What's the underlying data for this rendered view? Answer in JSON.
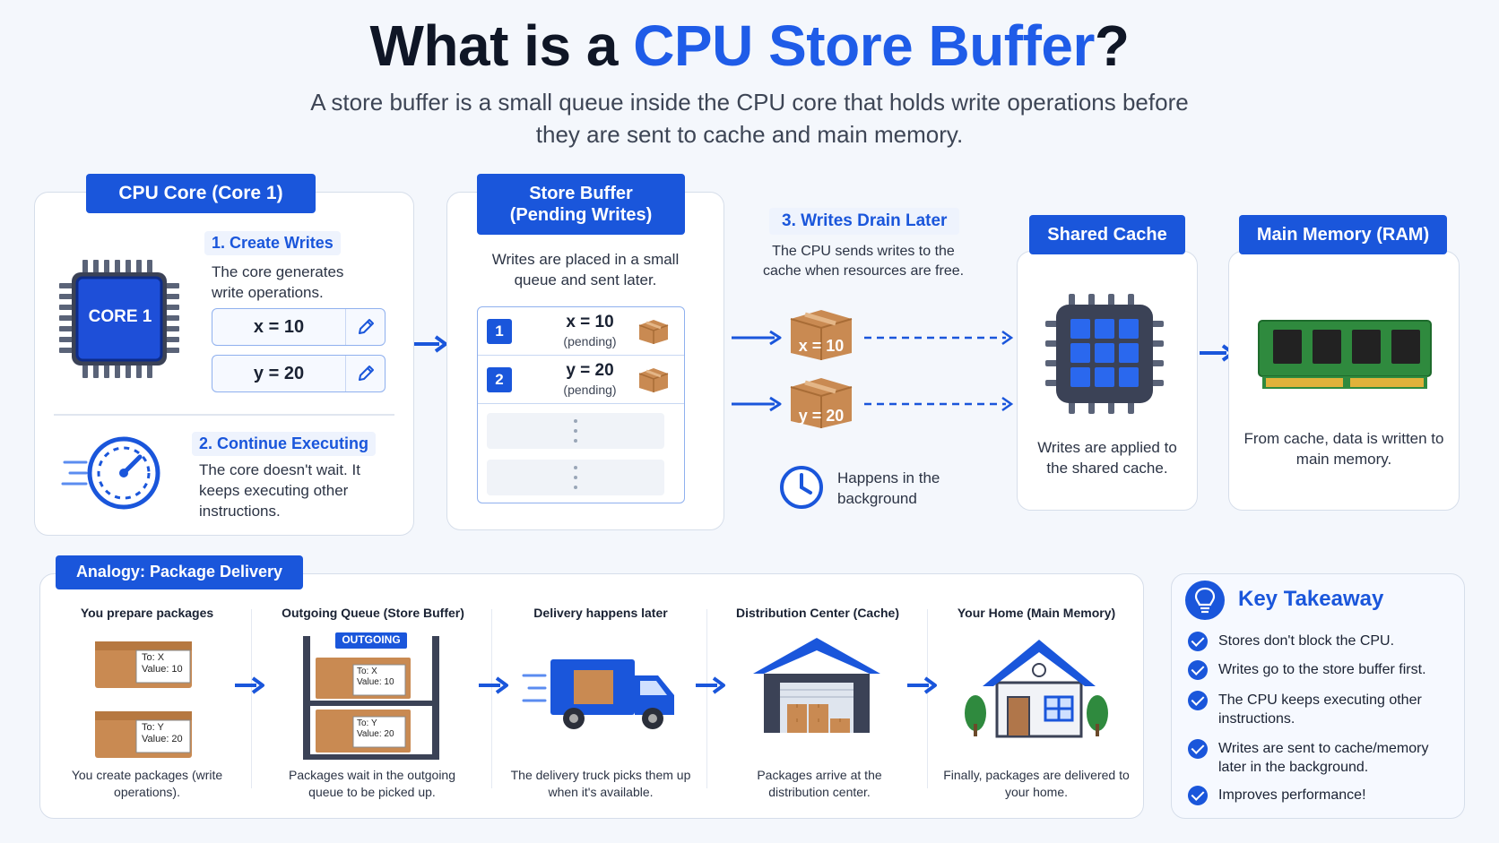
{
  "header": {
    "title_prefix": "What is a ",
    "title_accent": "CPU Store Buffer",
    "title_suffix": "?",
    "subtitle": "A store buffer is a small queue inside the CPU core that holds write operations before they are sent to cache and main memory."
  },
  "core": {
    "tag": "CPU Core (Core 1)",
    "chip_label": "CORE 1",
    "step1_title": "1. Create Writes",
    "step1_text": "The core generates write operations.",
    "writes": [
      "x = 10",
      "y = 20"
    ],
    "step2_title": "2. Continue Executing",
    "step2_text": "The core doesn't wait. It keeps executing other instructions."
  },
  "buffer": {
    "tag": "Store Buffer (Pending Writes)",
    "text": "Writes are placed in a small queue and sent later.",
    "rows": [
      {
        "num": "1",
        "value": "x = 10",
        "status": "(pending)"
      },
      {
        "num": "2",
        "value": "y = 20",
        "status": "(pending)"
      }
    ]
  },
  "drain": {
    "title": "3. Writes Drain Later",
    "text": "The CPU sends writes to the cache when resources are free.",
    "box1": "x = 10",
    "box2": "y = 20",
    "bg_text": "Happens in the background"
  },
  "cache": {
    "tag": "Shared Cache",
    "text": "Writes are applied to the shared cache."
  },
  "memory": {
    "tag": "Main Memory (RAM)",
    "text": "From cache, data is written to main memory."
  },
  "analogy": {
    "tag": "Analogy: Package Delivery",
    "steps": [
      {
        "title": "You prepare packages",
        "text": "You create packages (write operations)."
      },
      {
        "title": "Outgoing Queue (Store Buffer)",
        "text": "Packages wait in the outgoing queue to be picked up."
      },
      {
        "title": "Delivery happens later",
        "text": "The delivery truck picks them up when it's available."
      },
      {
        "title": "Distribution Center (Cache)",
        "text": "Packages arrive at the distribution center."
      },
      {
        "title": "Your Home (Main Memory)",
        "text": "Finally, packages are delivered to your home."
      }
    ],
    "pkg1_l1": "To: X",
    "pkg1_l2": "Value: 10",
    "pkg2_l1": "To: Y",
    "pkg2_l2": "Value: 20",
    "outgoing_label": "OUTGOING"
  },
  "takeaway": {
    "title": "Key Takeaway",
    "items": [
      "Stores don't block the CPU.",
      "Writes go to the store buffer first.",
      "The CPU keeps executing other instructions.",
      "Writes are sent to cache/memory later in the background.",
      "Improves performance!"
    ]
  },
  "colors": {
    "accent": "#1a56db",
    "title_accent": "#1f5ce8",
    "box_brown": "#c98a52"
  }
}
